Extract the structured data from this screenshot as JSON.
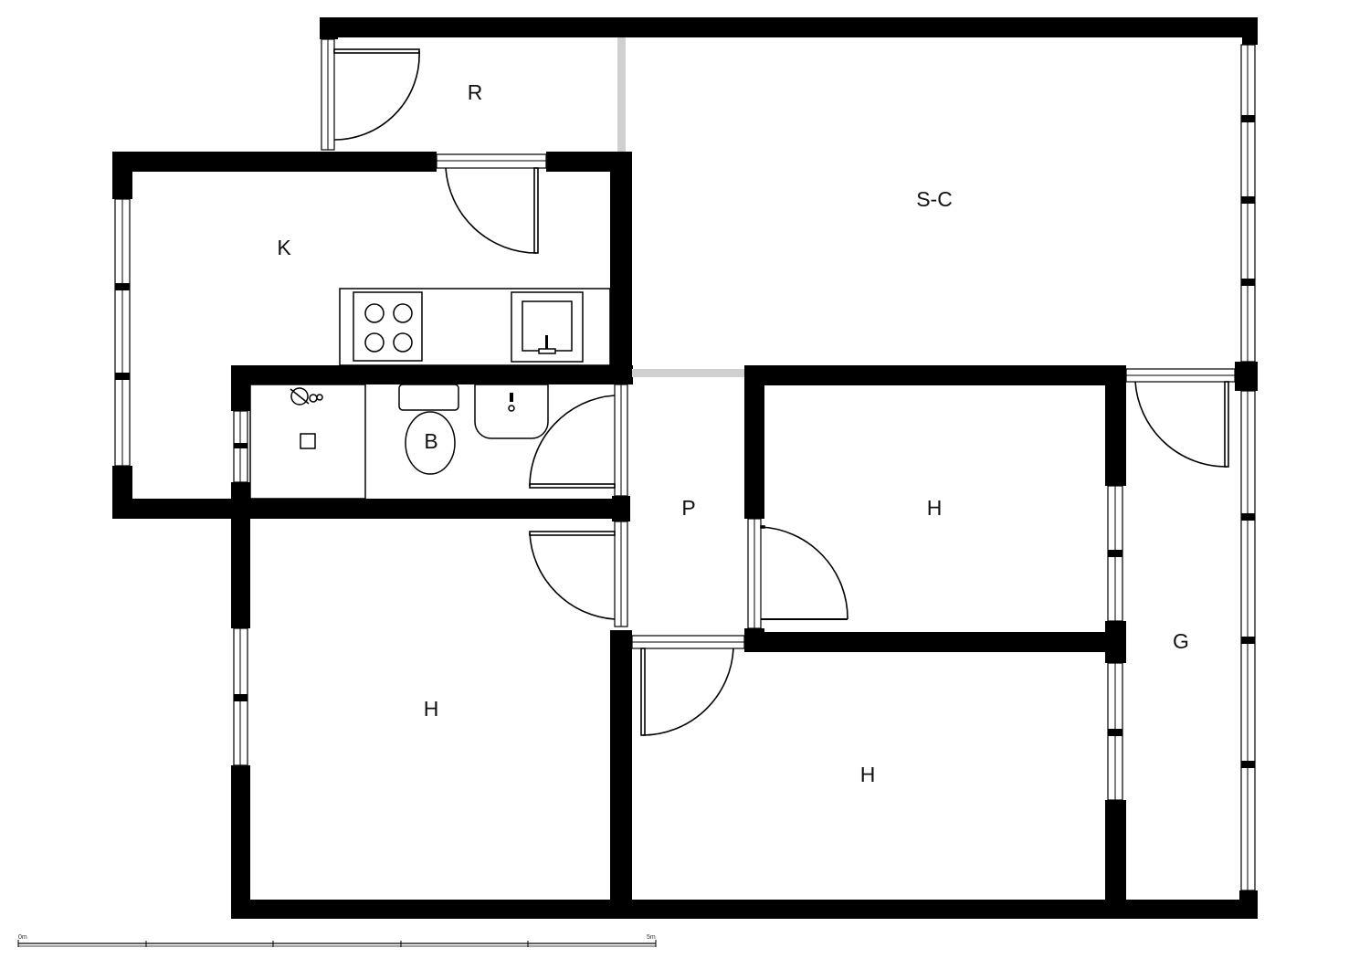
{
  "rooms": {
    "r": "R",
    "sc": "S-C",
    "k": "K",
    "b": "B",
    "p": "P",
    "h1": "H",
    "h2": "H",
    "h3": "H",
    "g": "G"
  },
  "scale": {
    "start": "0m",
    "end": "5m"
  },
  "colors": {
    "wall": "#000000",
    "background": "#ffffff",
    "opening": "#d0d0d0"
  }
}
